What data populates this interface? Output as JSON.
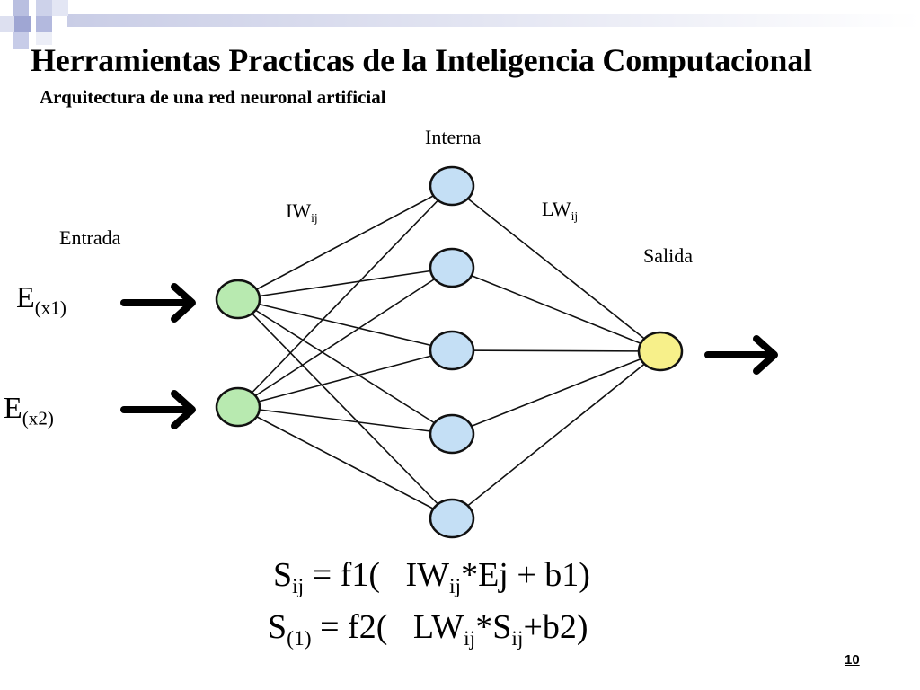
{
  "slide": {
    "title": "Herramientas Practicas de la Inteligencia Computacional",
    "subtitle": "Arquitectura de una red neuronal artificial",
    "page_number": "10"
  },
  "diagram": {
    "layer_labels": {
      "input": "Entrada",
      "hidden": "Interna",
      "output": "Salida"
    },
    "weights": {
      "input_hidden": {
        "base": "IW",
        "sub": "ij"
      },
      "hidden_output": {
        "base": "LW",
        "sub": "ij"
      }
    },
    "inputs": [
      {
        "base": "E",
        "sub": "(x1)"
      },
      {
        "base": "E",
        "sub": "(x2)"
      }
    ],
    "node_counts": {
      "input": 2,
      "hidden": 5,
      "output": 1
    },
    "colors": {
      "input_node": "#b8eab0",
      "hidden_node": "#c4dff5",
      "output_node": "#f7f08a",
      "edge": "#111111"
    }
  },
  "formulas": {
    "f1": {
      "lhs_base": "S",
      "lhs_sub": "ij",
      "rhs1": " = f1(   IW",
      "rhs1_sub": "ij",
      "rhs2": "*Ej + b1)"
    },
    "f2": {
      "lhs_base": "S",
      "lhs_sub": "(1)",
      "rhs1": " = f2(   LW",
      "rhs1_sub": "ij",
      "rhs2": "*S",
      "rhs2_sub": "ij",
      "rhs3": "+b2)"
    }
  }
}
